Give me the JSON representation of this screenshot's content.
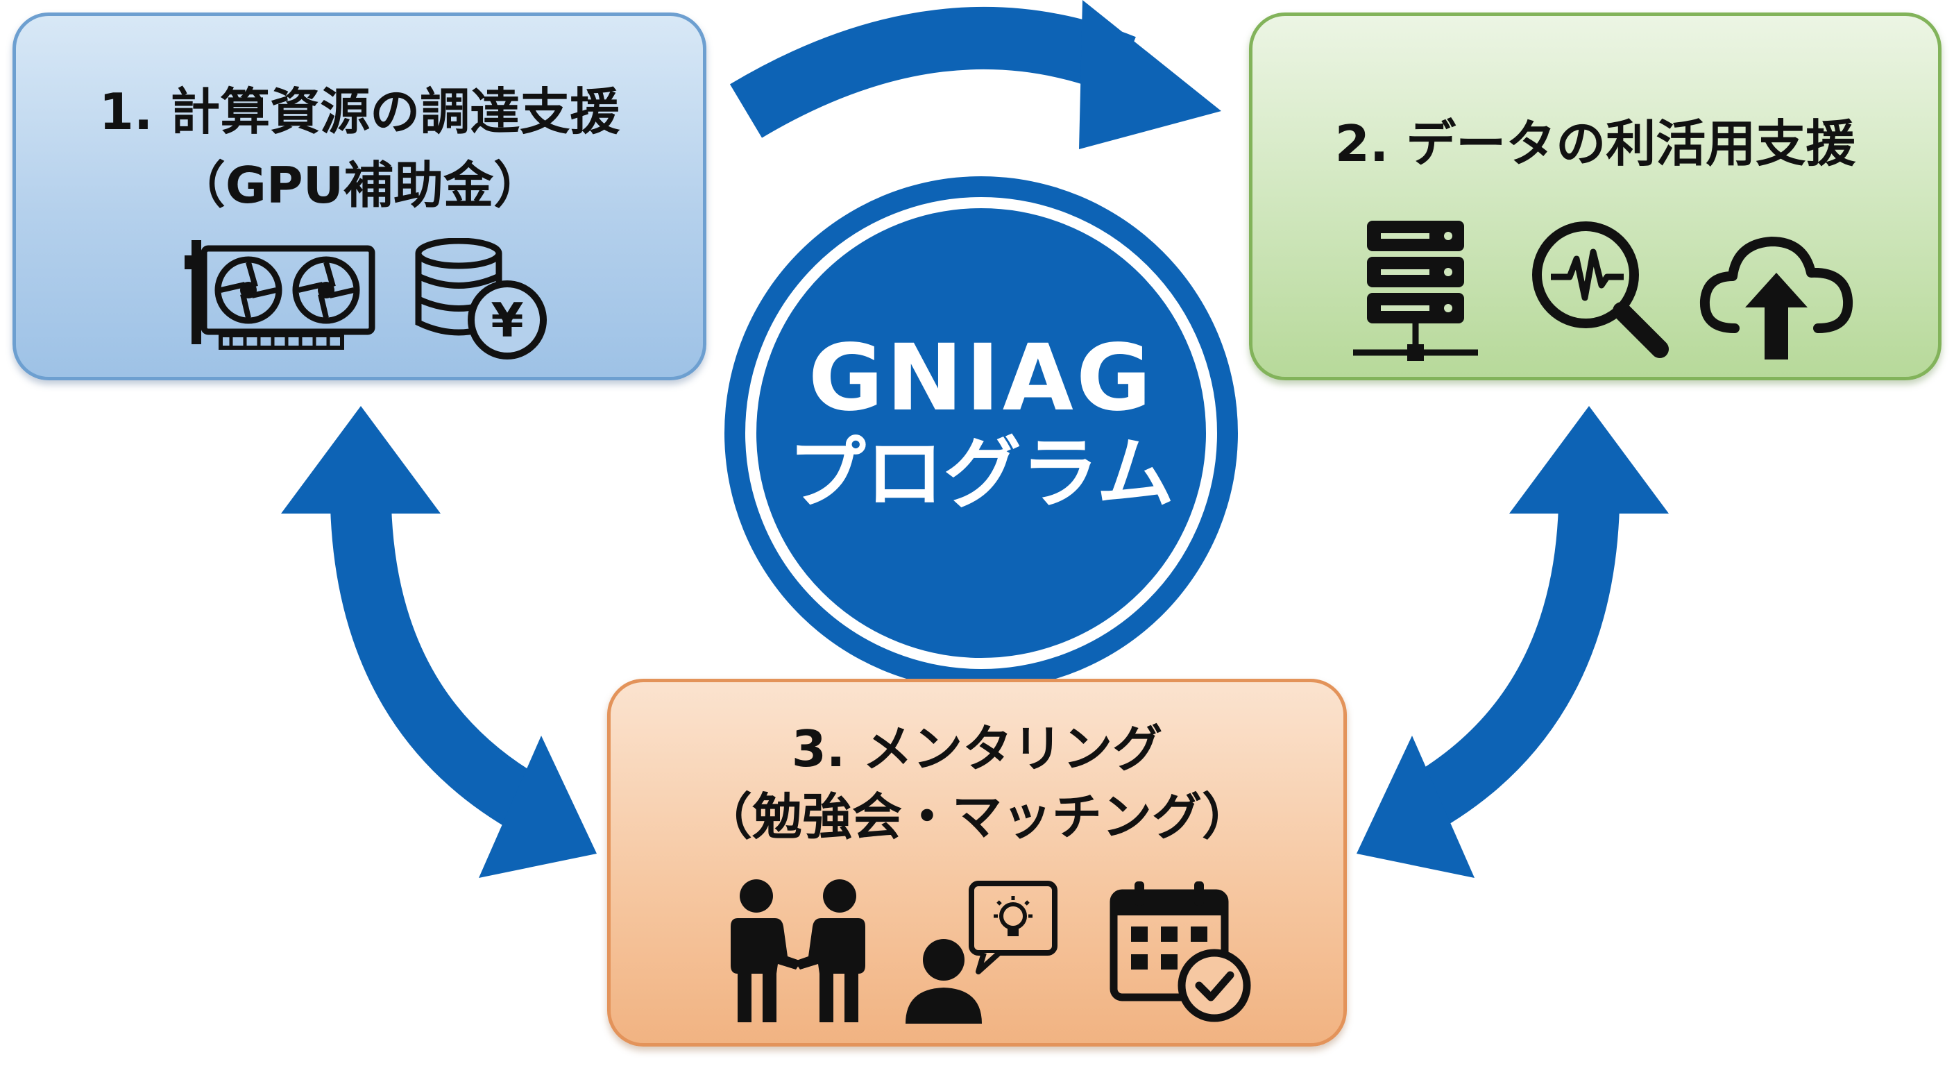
{
  "center": {
    "line1": "GNIAG",
    "line2": "プログラム"
  },
  "boxes": {
    "compute": {
      "title_line1": "1. 計算資源の調達支援",
      "title_line2": "（GPU補助金）",
      "icons": [
        "gpu-card-icon",
        "coin-stack-yen-icon"
      ]
    },
    "data": {
      "title_line1": "2. データの利活用支援",
      "icons": [
        "server-rack-icon",
        "magnifier-waveform-icon",
        "cloud-upload-icon"
      ]
    },
    "mentoring": {
      "title_line1": "3. メンタリング",
      "title_line2": "（勉強会・マッチング）",
      "icons": [
        "handshake-people-icon",
        "person-idea-bubble-icon",
        "calendar-check-icon"
      ]
    }
  },
  "colors": {
    "arrow": "#0d63b5",
    "center_circle": "#0d63b5",
    "box_compute": "#b4d0ec",
    "box_data": "#cfe6bc",
    "box_mentoring": "#f6c8a2",
    "icon": "#111111"
  }
}
